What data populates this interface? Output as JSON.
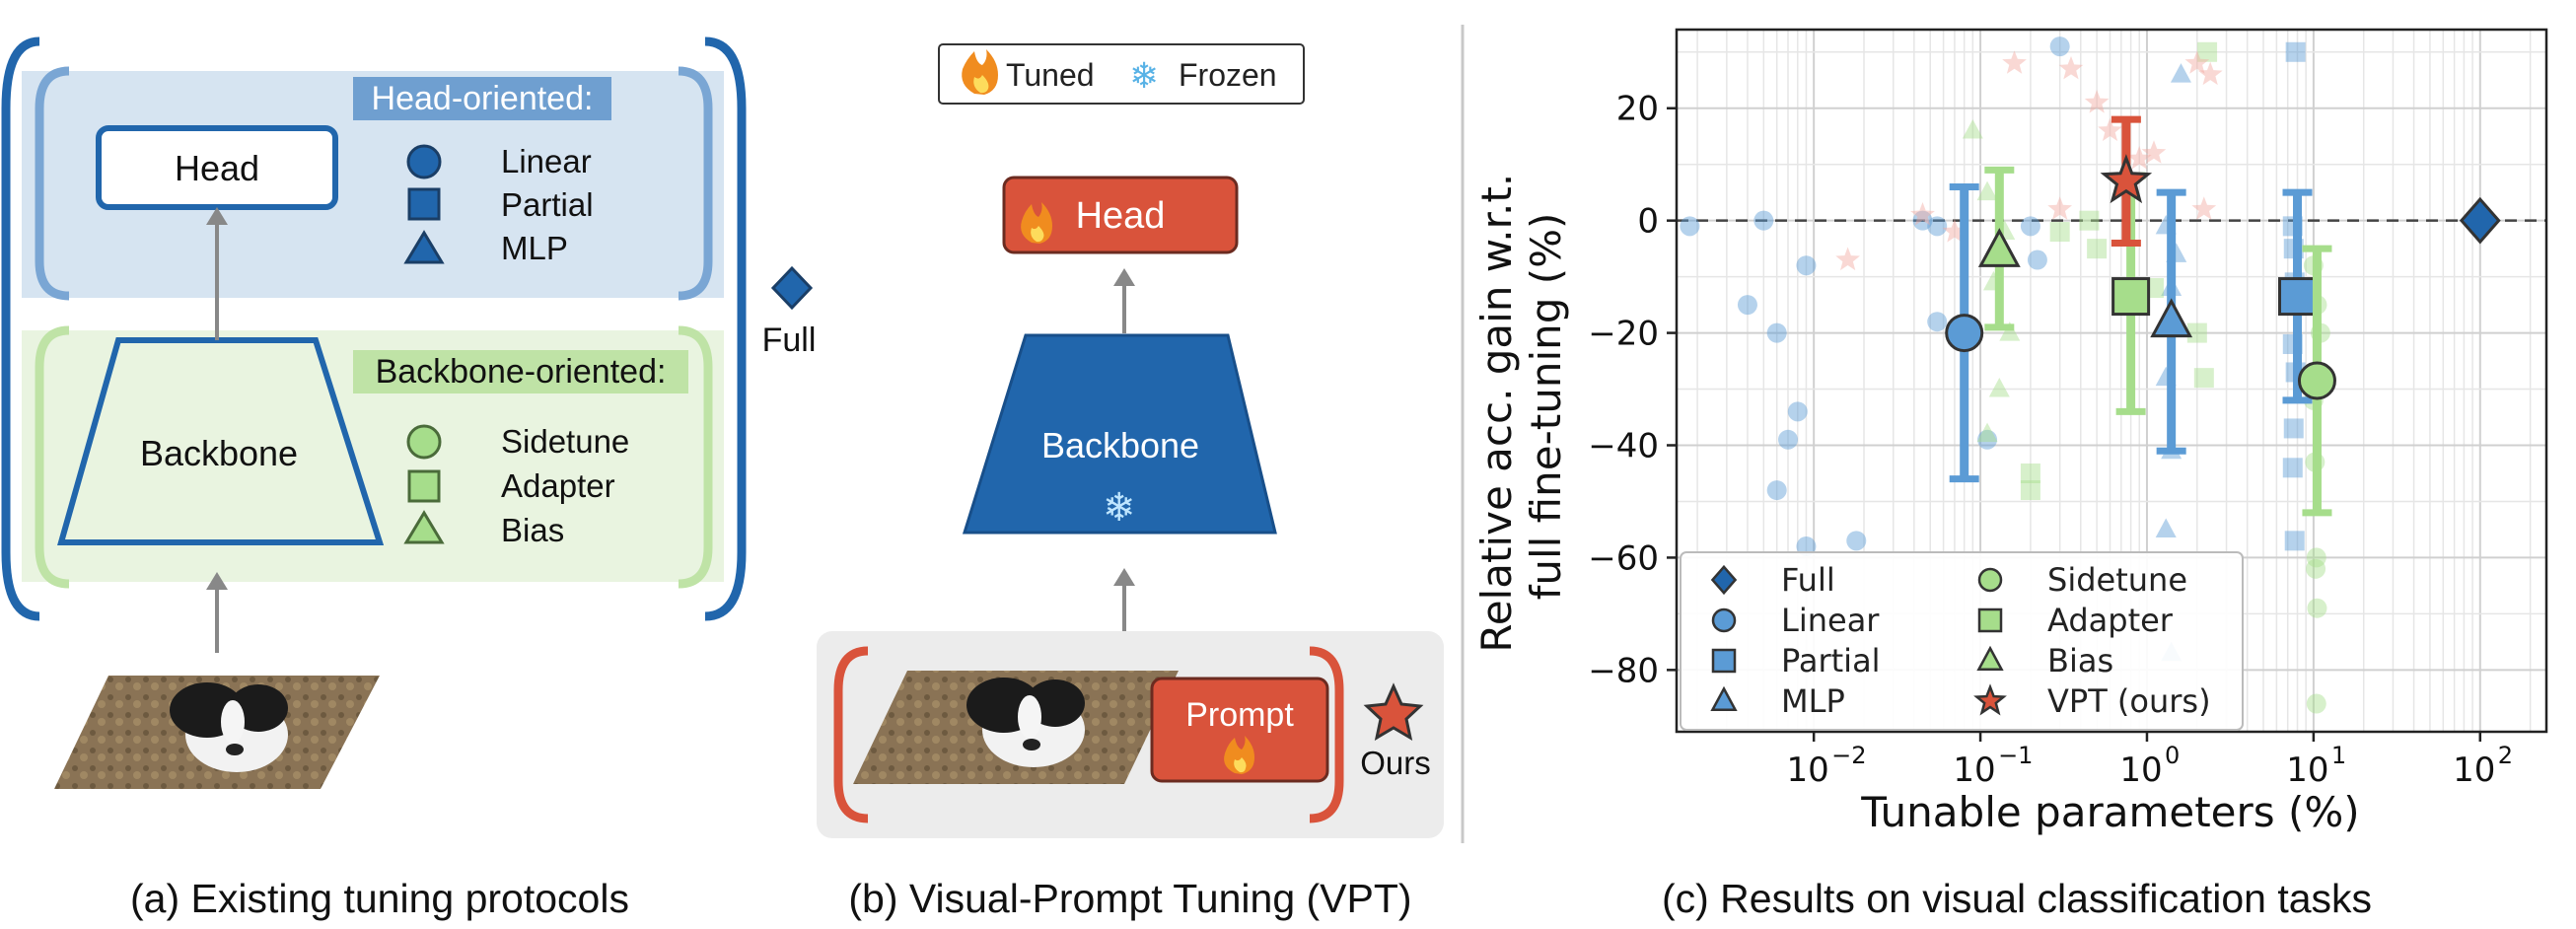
{
  "panel_a": {
    "head_label": "Head",
    "backbone_label": "Backbone",
    "head_oriented_title": "Head-oriented:",
    "head_items": [
      {
        "icon": "circle-icon",
        "label": "Linear"
      },
      {
        "icon": "square-icon",
        "label": "Partial"
      },
      {
        "icon": "triangle-icon",
        "label": "MLP"
      }
    ],
    "backbone_oriented_title": "Backbone-oriented:",
    "backbone_items": [
      {
        "icon": "circle-icon",
        "label": "Sidetune"
      },
      {
        "icon": "square-icon",
        "label": "Adapter"
      },
      {
        "icon": "triangle-icon",
        "label": "Bias"
      }
    ],
    "full_label": "Full",
    "caption": "(a)  Existing tuning protocols"
  },
  "panel_b": {
    "legend_tuned": "Tuned",
    "legend_frozen": "Frozen",
    "head_label": "Head",
    "backbone_label": "Backbone",
    "prompt_label": "Prompt",
    "ours_label": "Ours",
    "caption": "(b) Visual-Prompt Tuning (VPT)"
  },
  "panel_c": {
    "caption": "(c) Results on visual classification tasks"
  },
  "colors": {
    "blue": "#2166ac",
    "light_blue_bg": "#d6e4f1",
    "green": "#a6dd8b",
    "light_green_bg": "#e9f4e0",
    "red": "#d9533b",
    "pink": "#f1a8a0"
  },
  "chart_data": {
    "type": "scatter",
    "xlabel": "Tunable parameters (%)",
    "ylabel": "Relative acc. gain w.r.t.\nfull fine-tuning (%)",
    "xscale": "log",
    "xlim": [
      0.0015,
      250
    ],
    "ylim": [
      -91,
      34
    ],
    "xticks": [
      {
        "label": "10",
        "exp": "−2",
        "value": 0.01
      },
      {
        "label": "10",
        "exp": "−1",
        "value": 0.1
      },
      {
        "label": "10",
        "exp": "0",
        "value": 1
      },
      {
        "label": "10",
        "exp": "1",
        "value": 10
      },
      {
        "label": "10",
        "exp": "2",
        "value": 100
      }
    ],
    "yticks": [
      {
        "label": "20",
        "value": 20
      },
      {
        "label": "0",
        "value": 0
      },
      {
        "label": "−20",
        "value": -20
      },
      {
        "label": "−40",
        "value": -40
      },
      {
        "label": "−60",
        "value": -60
      },
      {
        "label": "−80",
        "value": -80
      }
    ],
    "grid": true,
    "legend_position": "bottom-left",
    "legend": [
      {
        "marker": "diamond",
        "color": "#2166ac",
        "label": "Full"
      },
      {
        "marker": "circle",
        "color": "#5b9bd5",
        "label": "Linear"
      },
      {
        "marker": "square",
        "color": "#5b9bd5",
        "label": "Partial"
      },
      {
        "marker": "triangle",
        "color": "#5b9bd5",
        "label": "MLP"
      },
      {
        "marker": "circle",
        "color": "#a6dd8b",
        "label": "Sidetune"
      },
      {
        "marker": "square",
        "color": "#a6dd8b",
        "label": "Adapter"
      },
      {
        "marker": "triangle",
        "color": "#a6dd8b",
        "label": "Bias"
      },
      {
        "marker": "star",
        "color": "#d9533b",
        "label": "VPT (ours)"
      }
    ],
    "summary": [
      {
        "method": "Full",
        "x": 100,
        "y": 0,
        "err": [
          0,
          0
        ],
        "marker": "diamond",
        "color": "#2166ac"
      },
      {
        "method": "Linear",
        "x": 0.08,
        "y": -20,
        "err": [
          -46,
          6
        ],
        "marker": "circle",
        "color": "#5b9bd5"
      },
      {
        "method": "Partial",
        "x": 8,
        "y": -13.5,
        "err": [
          -32,
          5
        ],
        "marker": "square",
        "color": "#5b9bd5"
      },
      {
        "method": "MLP",
        "x": 1.4,
        "y": -18,
        "err": [
          -41,
          5
        ],
        "marker": "triangle",
        "color": "#5b9bd5"
      },
      {
        "method": "Sidetune",
        "x": 10.5,
        "y": -28.5,
        "err": [
          -52,
          -5
        ],
        "marker": "circle",
        "color": "#a6dd8b"
      },
      {
        "method": "Adapter",
        "x": 0.8,
        "y": -13.5,
        "err": [
          -34,
          8
        ],
        "marker": "square",
        "color": "#a6dd8b"
      },
      {
        "method": "Bias",
        "x": 0.13,
        "y": -5.5,
        "err": [
          -19,
          9
        ],
        "marker": "triangle",
        "color": "#a6dd8b"
      },
      {
        "method": "VPT (ours)",
        "x": 0.75,
        "y": 7,
        "err": [
          -4,
          18
        ],
        "marker": "star",
        "color": "#d9533b"
      }
    ],
    "points": [
      {
        "m": "circle",
        "c": "#5b9bd5",
        "x": 0.0018,
        "y": -1
      },
      {
        "m": "circle",
        "c": "#5b9bd5",
        "x": 0.004,
        "y": -15
      },
      {
        "m": "circle",
        "c": "#5b9bd5",
        "x": 0.005,
        "y": 0
      },
      {
        "m": "circle",
        "c": "#5b9bd5",
        "x": 0.006,
        "y": -20
      },
      {
        "m": "circle",
        "c": "#5b9bd5",
        "x": 0.008,
        "y": -34
      },
      {
        "m": "circle",
        "c": "#5b9bd5",
        "x": 0.007,
        "y": -39
      },
      {
        "m": "circle",
        "c": "#5b9bd5",
        "x": 0.009,
        "y": -8
      },
      {
        "m": "circle",
        "c": "#5b9bd5",
        "x": 0.006,
        "y": -48
      },
      {
        "m": "circle",
        "c": "#5b9bd5",
        "x": 0.009,
        "y": -58
      },
      {
        "m": "circle",
        "c": "#5b9bd5",
        "x": 0.018,
        "y": -57
      },
      {
        "m": "circle",
        "c": "#5b9bd5",
        "x": 0.045,
        "y": 0
      },
      {
        "m": "circle",
        "c": "#5b9bd5",
        "x": 0.055,
        "y": -1
      },
      {
        "m": "circle",
        "c": "#5b9bd5",
        "x": 0.055,
        "y": -18
      },
      {
        "m": "circle",
        "c": "#5b9bd5",
        "x": 0.11,
        "y": -39
      },
      {
        "m": "circle",
        "c": "#5b9bd5",
        "x": 0.3,
        "y": 31
      },
      {
        "m": "circle",
        "c": "#5b9bd5",
        "x": 0.2,
        "y": -1
      },
      {
        "m": "circle",
        "c": "#5b9bd5",
        "x": 0.22,
        "y": -7
      },
      {
        "m": "square",
        "c": "#5b9bd5",
        "x": 7.8,
        "y": 30
      },
      {
        "m": "square",
        "c": "#5b9bd5",
        "x": 7.5,
        "y": -1
      },
      {
        "m": "square",
        "c": "#5b9bd5",
        "x": 7.6,
        "y": -5
      },
      {
        "m": "square",
        "c": "#5b9bd5",
        "x": 7.7,
        "y": -11
      },
      {
        "m": "square",
        "c": "#5b9bd5",
        "x": 7.5,
        "y": -22
      },
      {
        "m": "square",
        "c": "#5b9bd5",
        "x": 7.8,
        "y": -27
      },
      {
        "m": "square",
        "c": "#5b9bd5",
        "x": 7.6,
        "y": -37
      },
      {
        "m": "square",
        "c": "#5b9bd5",
        "x": 7.5,
        "y": -44
      },
      {
        "m": "square",
        "c": "#5b9bd5",
        "x": 7.7,
        "y": -57
      },
      {
        "m": "triangle",
        "c": "#5b9bd5",
        "x": 1.6,
        "y": 26
      },
      {
        "m": "triangle",
        "c": "#5b9bd5",
        "x": 1.3,
        "y": -1
      },
      {
        "m": "triangle",
        "c": "#5b9bd5",
        "x": 1.5,
        "y": -6
      },
      {
        "m": "triangle",
        "c": "#5b9bd5",
        "x": 1.4,
        "y": -12
      },
      {
        "m": "triangle",
        "c": "#5b9bd5",
        "x": 1.3,
        "y": -28
      },
      {
        "m": "triangle",
        "c": "#5b9bd5",
        "x": 1.4,
        "y": -41
      },
      {
        "m": "triangle",
        "c": "#5b9bd5",
        "x": 1.3,
        "y": -55
      },
      {
        "m": "triangle",
        "c": "#5b9bd5",
        "x": 1.4,
        "y": -77
      },
      {
        "m": "circle",
        "c": "#a6dd8b",
        "x": 10,
        "y": -8
      },
      {
        "m": "circle",
        "c": "#a6dd8b",
        "x": 10.5,
        "y": -15
      },
      {
        "m": "circle",
        "c": "#a6dd8b",
        "x": 11,
        "y": -20
      },
      {
        "m": "circle",
        "c": "#a6dd8b",
        "x": 10,
        "y": -32
      },
      {
        "m": "circle",
        "c": "#a6dd8b",
        "x": 10.2,
        "y": -43
      },
      {
        "m": "circle",
        "c": "#a6dd8b",
        "x": 10.4,
        "y": -60
      },
      {
        "m": "circle",
        "c": "#a6dd8b",
        "x": 10.3,
        "y": -62
      },
      {
        "m": "circle",
        "c": "#a6dd8b",
        "x": 10.5,
        "y": -69
      },
      {
        "m": "circle",
        "c": "#a6dd8b",
        "x": 10.4,
        "y": -86
      },
      {
        "m": "square",
        "c": "#a6dd8b",
        "x": 2.3,
        "y": 30
      },
      {
        "m": "square",
        "c": "#a6dd8b",
        "x": 0.3,
        "y": -2
      },
      {
        "m": "square",
        "c": "#a6dd8b",
        "x": 0.45,
        "y": 0
      },
      {
        "m": "square",
        "c": "#a6dd8b",
        "x": 0.5,
        "y": -5
      },
      {
        "m": "square",
        "c": "#a6dd8b",
        "x": 1.1,
        "y": -12
      },
      {
        "m": "square",
        "c": "#a6dd8b",
        "x": 2.0,
        "y": -20
      },
      {
        "m": "square",
        "c": "#a6dd8b",
        "x": 2.2,
        "y": -28
      },
      {
        "m": "square",
        "c": "#a6dd8b",
        "x": 0.2,
        "y": -45
      },
      {
        "m": "square",
        "c": "#a6dd8b",
        "x": 0.2,
        "y": -48
      },
      {
        "m": "triangle",
        "c": "#a6dd8b",
        "x": 0.09,
        "y": 16
      },
      {
        "m": "triangle",
        "c": "#a6dd8b",
        "x": 0.11,
        "y": 5
      },
      {
        "m": "triangle",
        "c": "#a6dd8b",
        "x": 0.14,
        "y": -2
      },
      {
        "m": "triangle",
        "c": "#a6dd8b",
        "x": 0.12,
        "y": -11
      },
      {
        "m": "triangle",
        "c": "#a6dd8b",
        "x": 0.15,
        "y": -20
      },
      {
        "m": "triangle",
        "c": "#a6dd8b",
        "x": 0.13,
        "y": -30
      },
      {
        "m": "triangle",
        "c": "#a6dd8b",
        "x": 0.11,
        "y": -38
      },
      {
        "m": "star",
        "c": "#f1a8a0",
        "x": 0.016,
        "y": -7
      },
      {
        "m": "star",
        "c": "#f1a8a0",
        "x": 0.045,
        "y": 1
      },
      {
        "m": "star",
        "c": "#f1a8a0",
        "x": 0.07,
        "y": -2
      },
      {
        "m": "star",
        "c": "#f1a8a0",
        "x": 0.16,
        "y": 28
      },
      {
        "m": "star",
        "c": "#f1a8a0",
        "x": 0.35,
        "y": 27
      },
      {
        "m": "star",
        "c": "#f1a8a0",
        "x": 0.5,
        "y": 21
      },
      {
        "m": "star",
        "c": "#f1a8a0",
        "x": 0.6,
        "y": 16
      },
      {
        "m": "star",
        "c": "#f1a8a0",
        "x": 0.9,
        "y": 11
      },
      {
        "m": "star",
        "c": "#f1a8a0",
        "x": 1.1,
        "y": 12
      },
      {
        "m": "star",
        "c": "#f1a8a0",
        "x": 2.0,
        "y": 28
      },
      {
        "m": "star",
        "c": "#f1a8a0",
        "x": 2.4,
        "y": 26
      },
      {
        "m": "star",
        "c": "#f1a8a0",
        "x": 2.2,
        "y": 2
      },
      {
        "m": "star",
        "c": "#f1a8a0",
        "x": 0.3,
        "y": 2
      }
    ]
  }
}
